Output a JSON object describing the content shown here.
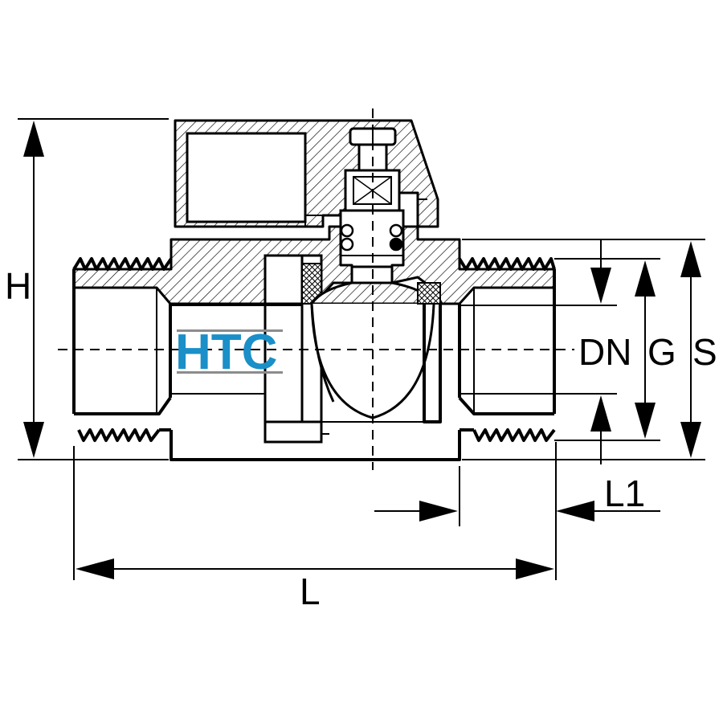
{
  "labels": {
    "height": "H",
    "nominal_diameter": "DN",
    "thread_size": "G",
    "outer_size": "S",
    "thread_length": "L1",
    "length": "L"
  },
  "logo": {
    "text": "HTC",
    "color": "#1a8fc8",
    "stripe_color": "#8c8c8c"
  },
  "colors": {
    "line": "#000000",
    "background": "#ffffff"
  }
}
